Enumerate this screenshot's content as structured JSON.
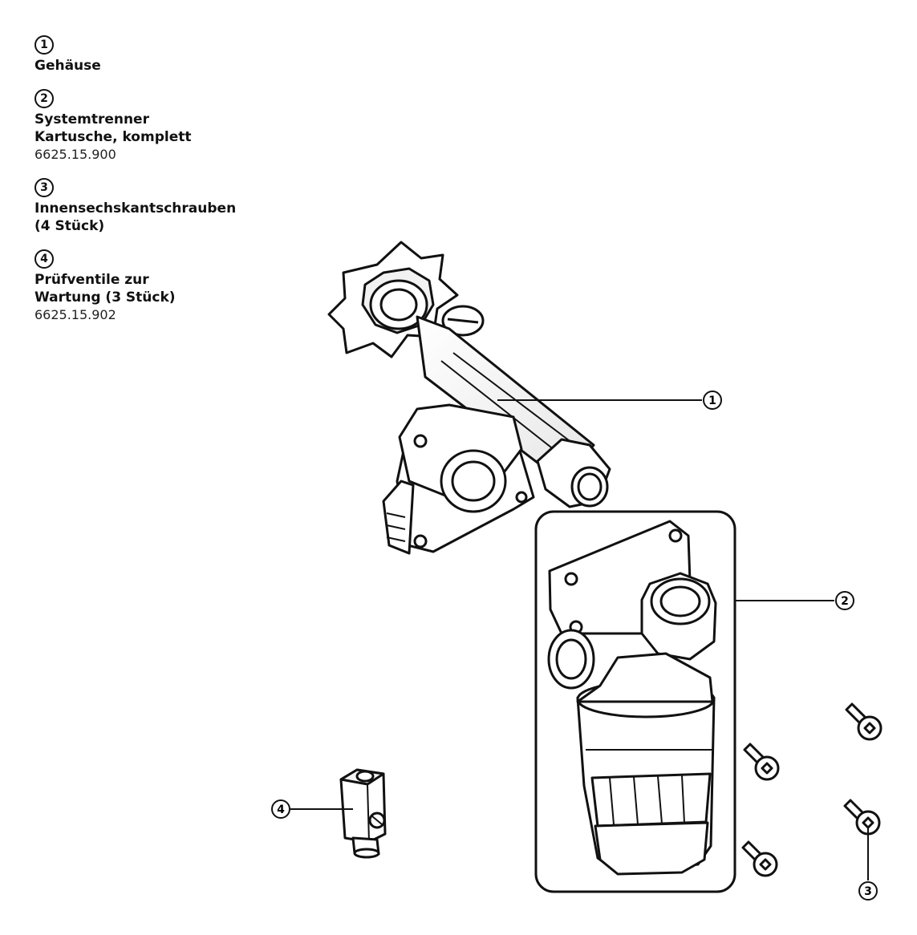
{
  "legend": [
    {
      "number": "1",
      "name": "Gehäuse",
      "part_number": ""
    },
    {
      "number": "2",
      "name": "Systemtrenner Kartusche, komplett",
      "part_number": "6625.15.900"
    },
    {
      "number": "3",
      "name": "Innensechskantschrauben (4 Stück)",
      "part_number": ""
    },
    {
      "number": "4",
      "name": "Prüfventile zur Wartung (3 Stück)",
      "part_number": "6625.15.902"
    }
  ],
  "callouts": {
    "housing": "1",
    "cartridge": "2",
    "screws": "3",
    "test_valve": "4"
  }
}
